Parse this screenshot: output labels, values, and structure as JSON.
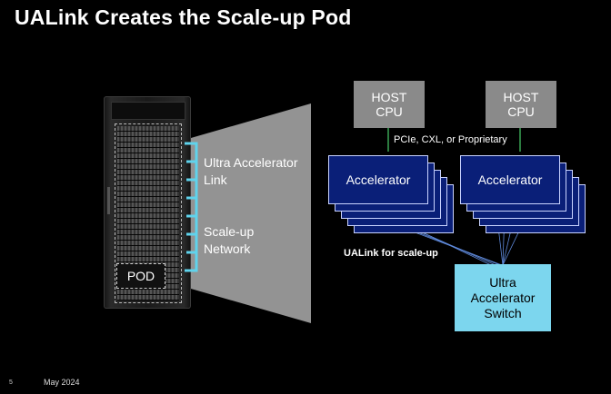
{
  "title": "UALink Creates the Scale-up Pod",
  "pod": {
    "label": "POD",
    "link_label_line1": "Ultra Accelerator",
    "link_label_line2": "Link",
    "network_label_line1": "Scale-up",
    "network_label_line2": "Network"
  },
  "diagram": {
    "host_left_line1": "HOST",
    "host_left_line2": "CPU",
    "host_right_line1": "HOST",
    "host_right_line2": "CPU",
    "interconnect_label": "PCIe, CXL, or Proprietary",
    "accelerator_left": "Accelerator",
    "accelerator_right": "Accelerator",
    "ualink_label": "UALink for scale-up",
    "switch_line1": "Ultra",
    "switch_line2": "Accelerator",
    "switch_line3": "Switch"
  },
  "footer": {
    "page_number": "5",
    "date": "May 2024"
  },
  "colors": {
    "accelerator_fill": "#0a1f78",
    "switch_fill": "#7cd6ee",
    "host_fill": "#8a8a8a",
    "link_cyan": "#5fd3ec",
    "interconnect_green": "#3aa655"
  }
}
